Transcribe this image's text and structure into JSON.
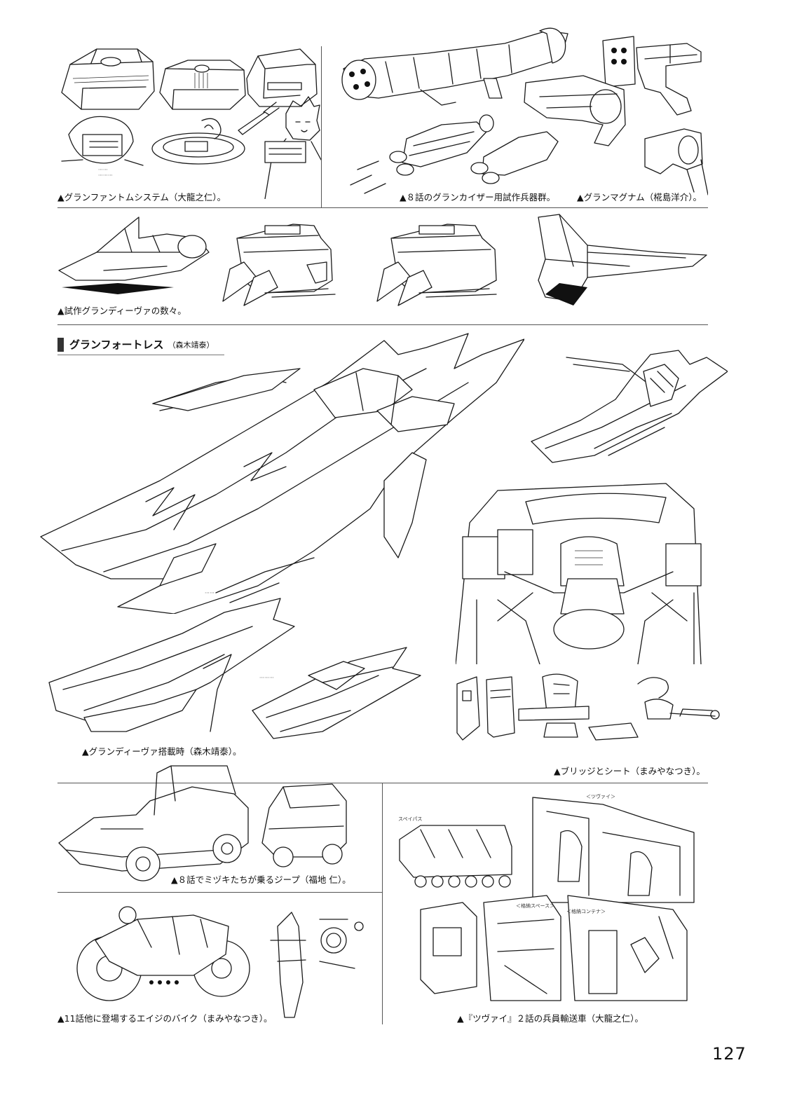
{
  "page_number": "127",
  "section": {
    "title": "グランフォートレス",
    "credit": "（森木靖泰）"
  },
  "captions": {
    "phantom_system": "▲グランファントムシステム（大龍之仁）。",
    "ep8_weapons": "▲８話のグランカイザー用試作兵器群。",
    "gran_magnum": "▲グランマグナム（椛島洋介）。",
    "grandiva_prototypes": "▲試作グランディーヴァの数々。",
    "grandiva_docked": "▲グランディーヴァ搭載時（森木靖泰）。",
    "bridge_seat": "▲ブリッジとシート（まみやなつき）。",
    "jeep": "▲８話でミヅキたちが乗るジープ（福地 仁）。",
    "bike": "▲11話他に登場するエイジのバイク（まみやなつき）。",
    "transport": "▲『ツヴァイ』２話の兵員輸送車（大龍之仁）。"
  },
  "sketch_notes": {
    "transport_top": "＜ツヴァイ＞",
    "transport_left": "スペイパス",
    "transport_mid1": "＜格納スペース＞",
    "transport_mid2": "＜格納コンテナ＞"
  }
}
